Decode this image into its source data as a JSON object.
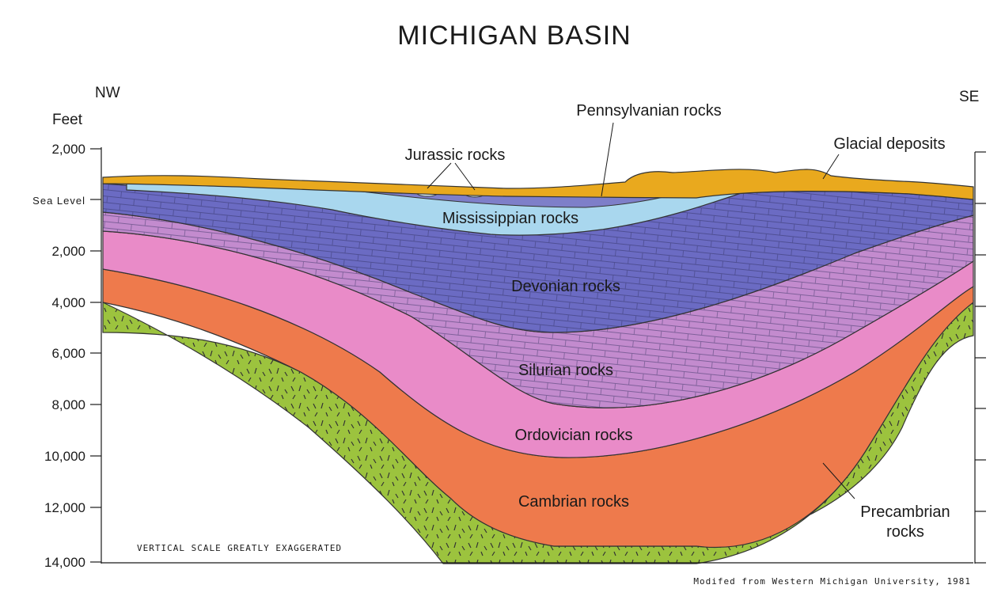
{
  "title": "MICHIGAN BASIN",
  "direction": {
    "left": "NW",
    "right": "SE"
  },
  "axis": {
    "unit_label": "Feet",
    "tick_labels": [
      "2,000",
      "Sea Level",
      "2,000",
      "4,000",
      "6,000",
      "8,000",
      "10,000",
      "12,000",
      "14,000"
    ]
  },
  "layers": [
    {
      "id": "glacial",
      "label": "Glacial deposits",
      "color": "#E9A91E"
    },
    {
      "id": "pennsylvanian",
      "label": "Pennsylvanian rocks",
      "color": "#7E7FC9"
    },
    {
      "id": "jurassic",
      "label": "Jurassic rocks",
      "color": "#CFE6F2"
    },
    {
      "id": "mississippian",
      "label": "Mississippian rocks",
      "color": "#A9D7EE"
    },
    {
      "id": "devonian",
      "label": "Devonian rocks",
      "color": "#6B6BC3"
    },
    {
      "id": "silurian",
      "label": "Silurian rocks",
      "color": "#C38BCE"
    },
    {
      "id": "ordovician",
      "label": "Ordovician rocks",
      "color": "#E98BC8"
    },
    {
      "id": "cambrian",
      "label": "Cambrian rocks",
      "color": "#EE7A4C"
    },
    {
      "id": "precambrian",
      "label_line1": "Precambrian",
      "label_line2": "rocks",
      "color": "#9CC33E"
    }
  ],
  "notes": {
    "scale": "VERTICAL SCALE GREATLY EXAGGERATED",
    "source": "Modifed from  Western Michigan University, 1981"
  }
}
